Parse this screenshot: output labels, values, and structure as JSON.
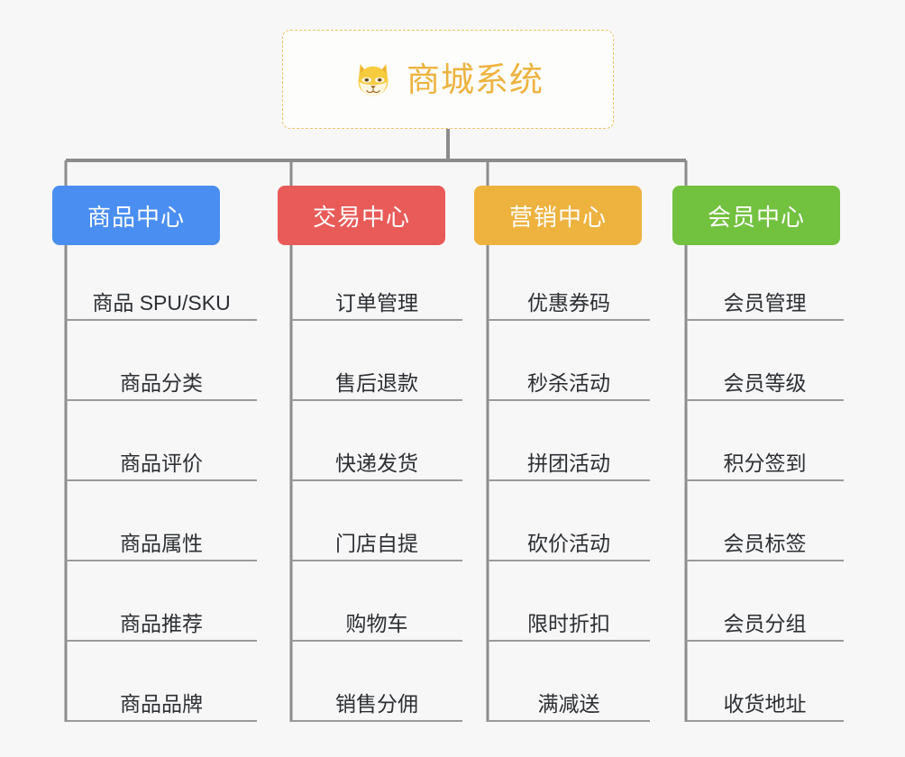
{
  "diagram": {
    "title": "商城系统",
    "type": "mindmap-tree",
    "background_color": "#f7f7f7",
    "root": {
      "label": "商城系统",
      "icon": "shiba-dog-face-icon",
      "text_color": "#edb33f",
      "border_color": "#eec36a",
      "border_style": "dashed",
      "fill_color": "#fdfdfc"
    },
    "connector_color": "#8c8c8c",
    "leaf_line_color": "#9a9a9a",
    "leaf_text_color": "#2c2f33",
    "branches": [
      {
        "label": "商品中心",
        "color": "#4a8ef2",
        "text_color": "#ffffff",
        "items": [
          "商品 SPU/SKU",
          "商品分类",
          "商品评价",
          "商品属性",
          "商品推荐",
          "商品品牌"
        ]
      },
      {
        "label": "交易中心",
        "color": "#e85b58",
        "text_color": "#ffffff",
        "items": [
          "订单管理",
          "售后退款",
          "快递发货",
          "门店自提",
          "购物车",
          "销售分佣"
        ]
      },
      {
        "label": "营销中心",
        "color": "#eeb23f",
        "text_color": "#ffffff",
        "items": [
          "优惠券码",
          "秒杀活动",
          "拼团活动",
          "砍价活动",
          "限时折扣",
          "满减送"
        ]
      },
      {
        "label": "会员中心",
        "color": "#72c13f",
        "text_color": "#ffffff",
        "items": [
          "会员管理",
          "会员等级",
          "积分签到",
          "会员标签",
          "会员分组",
          "收货地址"
        ]
      }
    ]
  }
}
